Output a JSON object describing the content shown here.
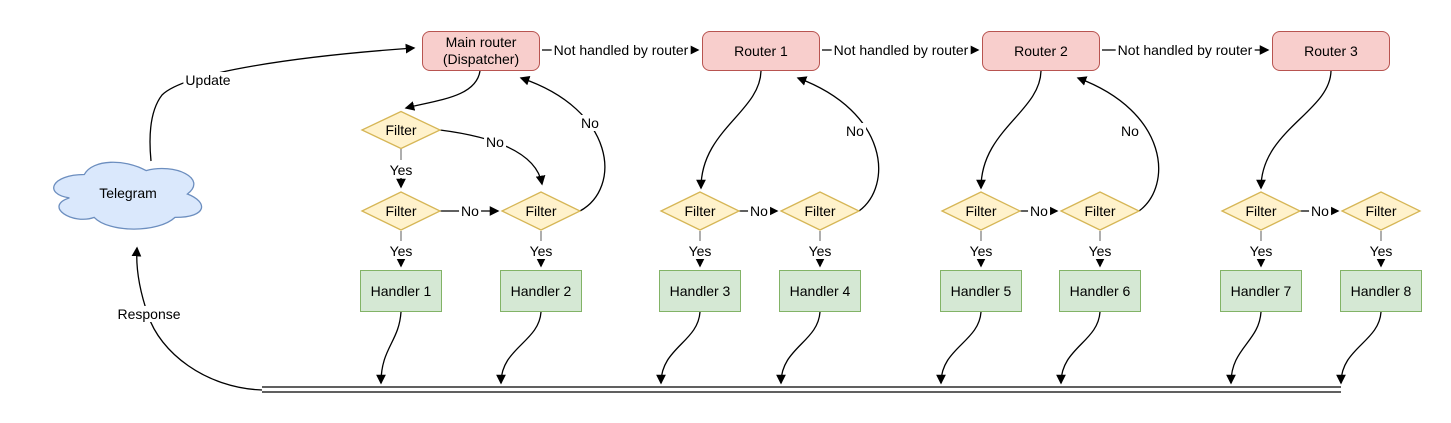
{
  "diagram": {
    "title_hint": "Telegram update routing flow",
    "cloud": {
      "label": "Telegram"
    },
    "dispatcher": {
      "line1": "Main router",
      "line2": "(Dispatcher)"
    },
    "routers": [
      {
        "label": "Router 1"
      },
      {
        "label": "Router 2"
      },
      {
        "label": "Router 3"
      }
    ],
    "filters": [
      {
        "label": "Filter"
      },
      {
        "label": "Filter"
      },
      {
        "label": "Filter"
      },
      {
        "label": "Filter"
      },
      {
        "label": "Filter"
      },
      {
        "label": "Filter"
      },
      {
        "label": "Filter"
      },
      {
        "label": "Filter"
      },
      {
        "label": "Filter"
      }
    ],
    "handlers": [
      {
        "label": "Handler 1"
      },
      {
        "label": "Handler 2"
      },
      {
        "label": "Handler 3"
      },
      {
        "label": "Handler 4"
      },
      {
        "label": "Handler 5"
      },
      {
        "label": "Handler 6"
      },
      {
        "label": "Handler 7"
      },
      {
        "label": "Handler 8"
      }
    ],
    "edge_labels": {
      "update": "Update",
      "response": "Response",
      "not_handled": "Not handled by router",
      "yes": "Yes",
      "no": "No"
    },
    "colors": {
      "router_fill": "#f8cecc",
      "router_stroke": "#b85450",
      "filter_fill": "#fff2cc",
      "filter_stroke": "#d6b656",
      "handler_fill": "#d5e8d4",
      "handler_stroke": "#82b366",
      "cloud_fill": "#dae8fc",
      "cloud_stroke": "#6c8ebf",
      "edge": "#000000",
      "stub": "#999999"
    }
  }
}
